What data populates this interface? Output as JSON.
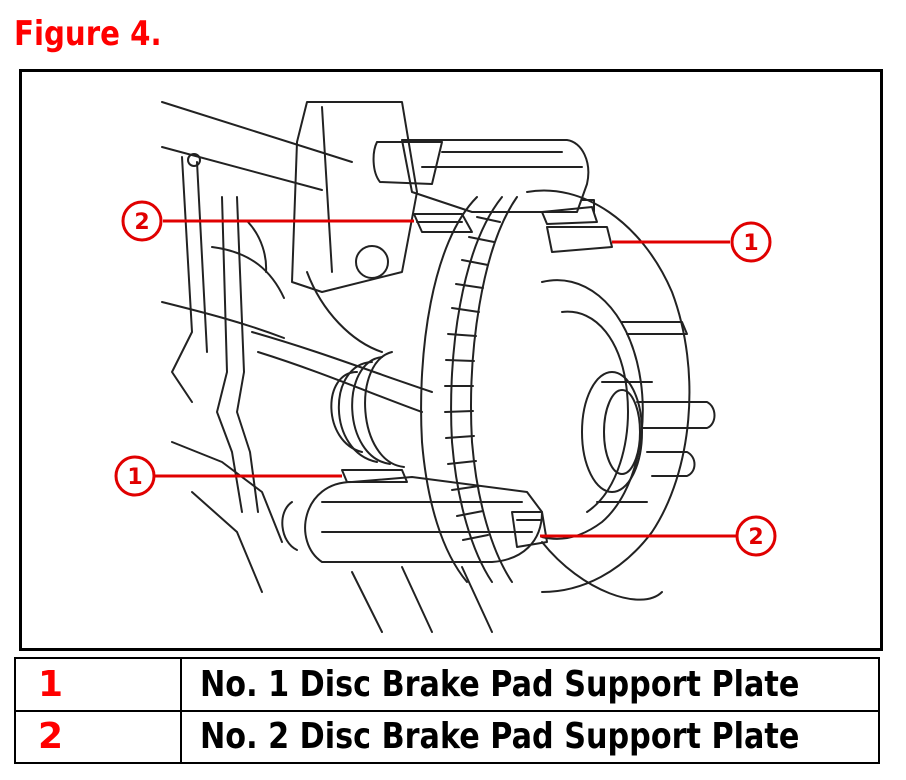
{
  "figure": {
    "title": "Figure 4.",
    "title_color": "#ff0000",
    "accent_color": "#e00000",
    "callouts": [
      {
        "label": "2"
      },
      {
        "label": "1"
      },
      {
        "label": "1"
      },
      {
        "label": "2"
      }
    ]
  },
  "legend": {
    "rows": [
      {
        "num": "1",
        "desc": "No. 1 Disc Brake Pad Support Plate"
      },
      {
        "num": "2",
        "desc": "No. 2 Disc Brake Pad Support Plate"
      }
    ]
  }
}
